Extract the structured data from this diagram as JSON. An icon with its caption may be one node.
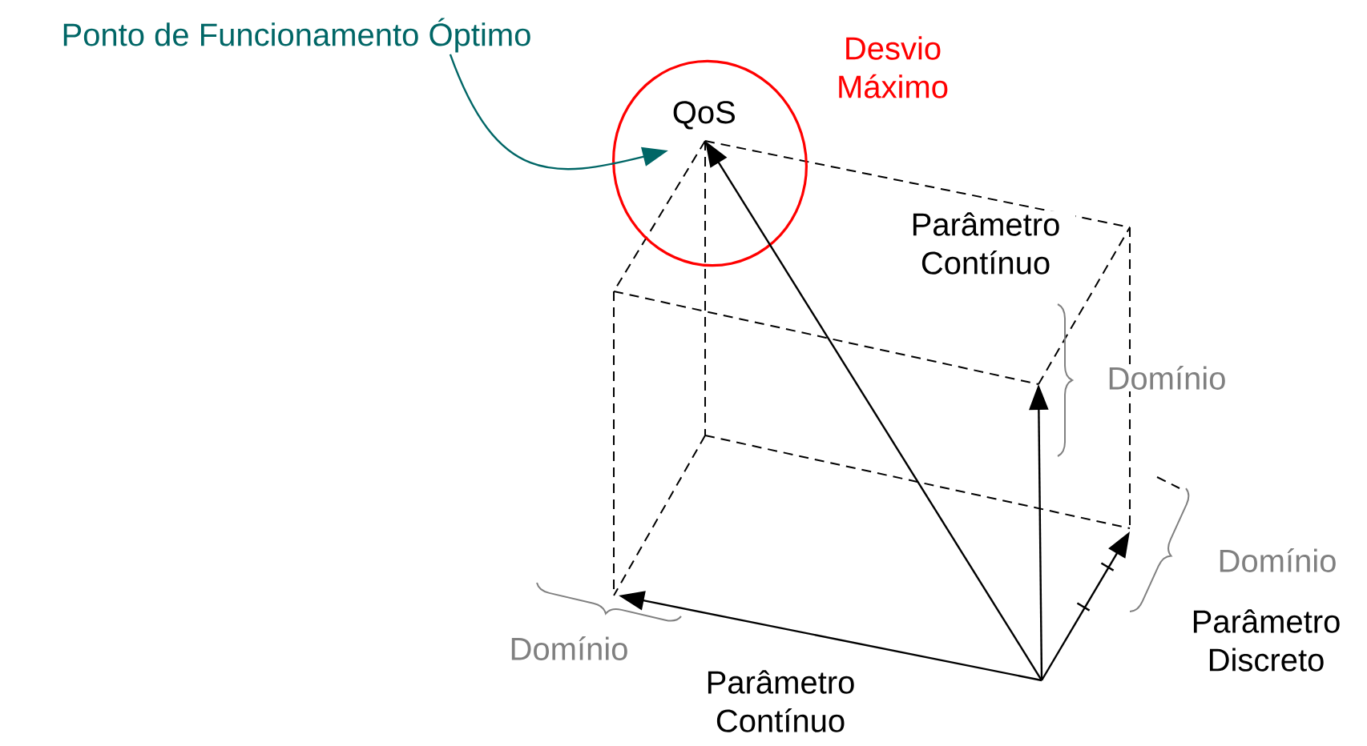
{
  "diagram": {
    "nodes": [
      {
        "text": [
          "Ponto de Funcionamento Óptimo"
        ]
      },
      {
        "text": [
          "QoS"
        ],
        "beside": [
          "Desvio Máximo"
        ]
      }
    ],
    "edges": [
      {
        "from": 0,
        "to": 1,
        "arrow": "to",
        "color": "#006666"
      },
      {
        "from": null,
        "to": 1,
        "arrow": "to",
        "color": "#000000"
      }
    ],
    "labels": [
      "Parâmetro Contínuo",
      "Domínio",
      "Domínio",
      "Parâmetro Discreto",
      "Domínio",
      "Parâmetro Contínuo"
    ]
  }
}
